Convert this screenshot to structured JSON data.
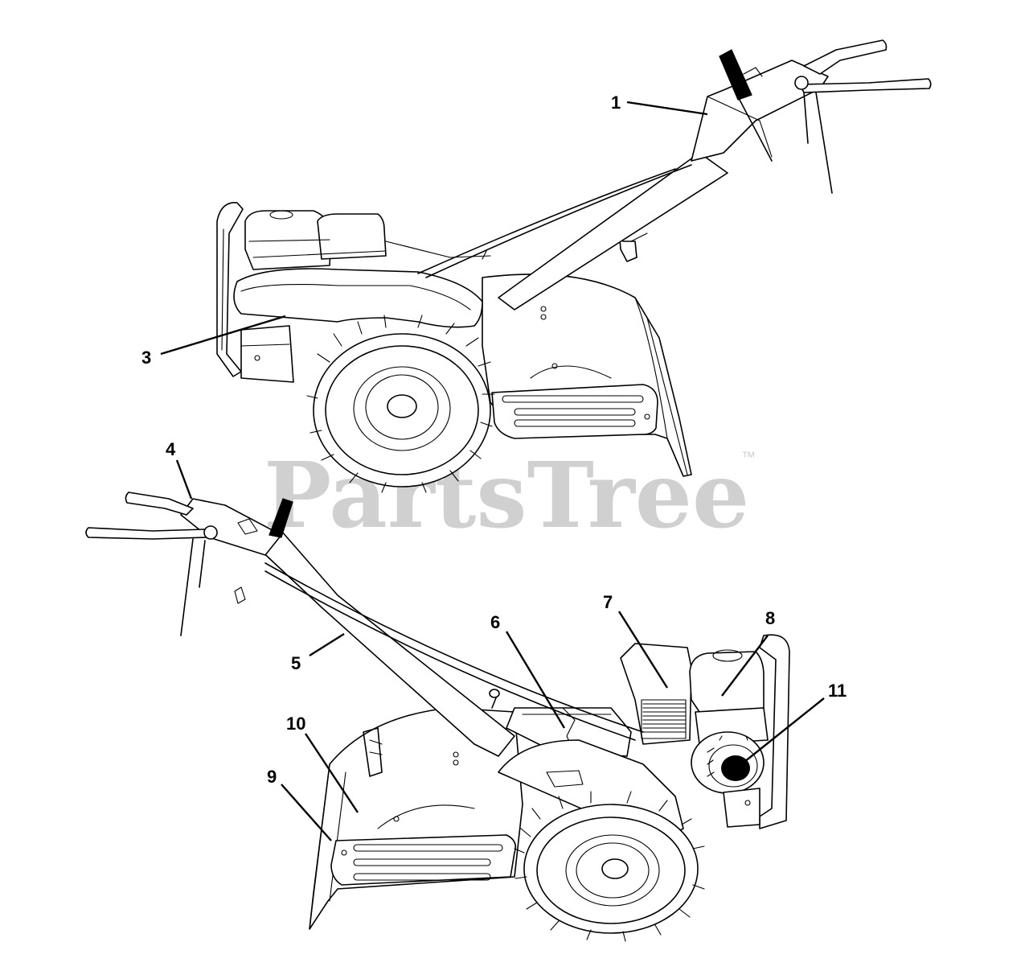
{
  "watermark": {
    "text": "PartsTree",
    "trademark": "™"
  },
  "callouts": [
    "1",
    "3",
    "4",
    "5",
    "6",
    "7",
    "8",
    "9",
    "10",
    "11"
  ]
}
